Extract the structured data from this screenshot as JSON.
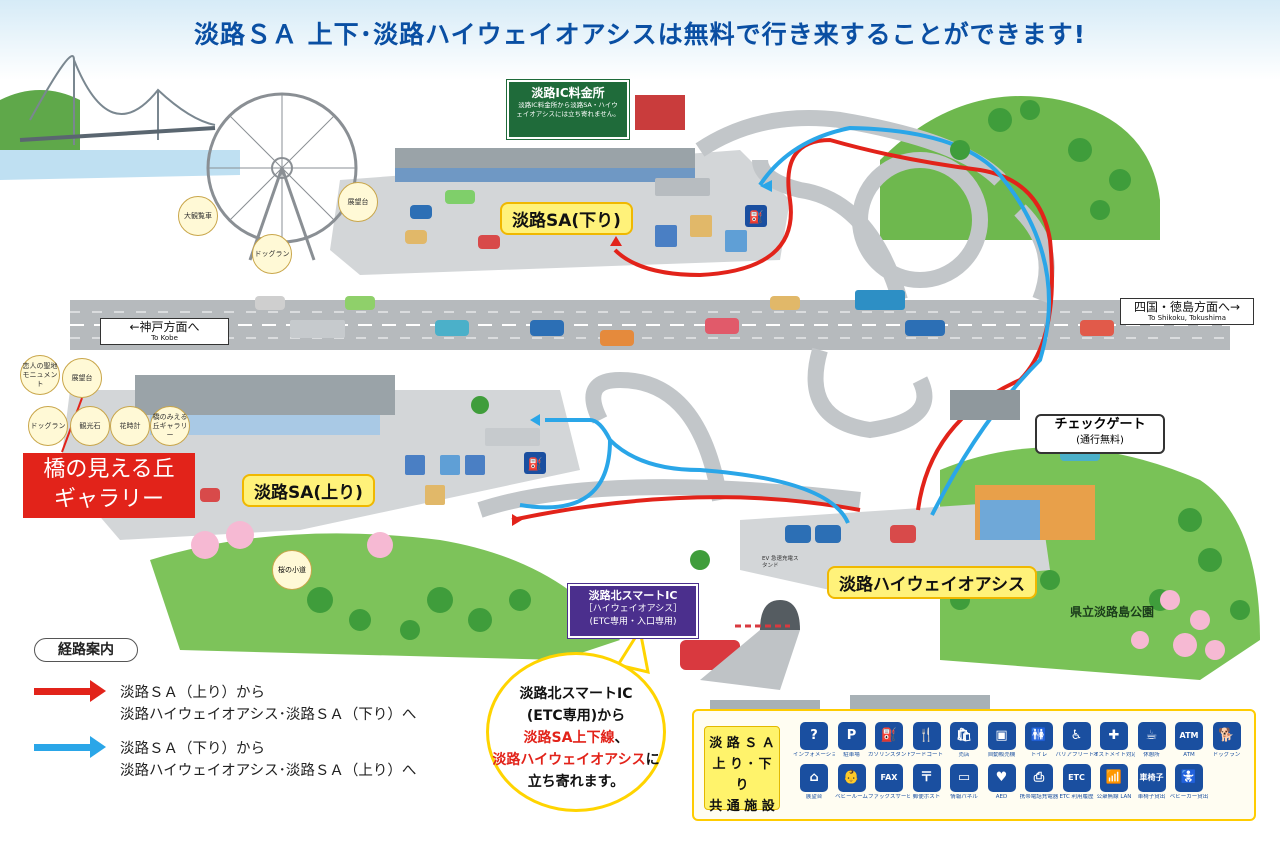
{
  "banner": {
    "title": "淡路ＳＡ 上下･淡路ハイウェイオアシスは無料で行き来することができます!"
  },
  "toll_gate": {
    "title": "淡路IC料金所",
    "note": "淡路IC料金所から淡路SA・ハイウェイオアシスには立ち寄れません。"
  },
  "labels": {
    "sa_down": "淡路SA(下り)",
    "sa_up": "淡路SA(上り)",
    "oasis": "淡路ハイウェイオアシス",
    "park": "県立淡路島公園",
    "bridge_gallery": "橋の見える丘\nギャラリー",
    "check_gate": "チェックゲート",
    "check_gate_sub": "(通行無料)",
    "kobe_dir": "←神戸方面へ",
    "kobe_dir_en": "To Kobe",
    "shikoku_dir": "四国・徳島方面へ→",
    "shikoku_dir_en": "To Shikoku, Tokushima",
    "smart_ic_title": "淡路北スマートIC",
    "smart_ic_sub": "［ハイウェイオアシス］",
    "smart_ic_note": "(ETC専用・入口専用)",
    "ev_stand": "EV 急速充電スタンド",
    "sakura": "桜の小道"
  },
  "poi_circles": [
    {
      "label": "大観覧車"
    },
    {
      "label": "展望台"
    },
    {
      "label": "ドッグラン"
    },
    {
      "label": "恋人の聖地モニュメント"
    },
    {
      "label": "展望台"
    },
    {
      "label": "ドッグラン"
    },
    {
      "label": "観光石"
    },
    {
      "label": "花時計"
    },
    {
      "label": "橋のみえる丘ギャラリー"
    }
  ],
  "legend": {
    "title": "経路案内",
    "red_route": "淡路ＳＡ（上り）から\n淡路ハイウェイオアシス･淡路ＳＡ（下り）へ",
    "blue_route": "淡路ＳＡ（下り）から\n淡路ハイウェイオアシス･淡路ＳＡ（上り）へ",
    "red_color": "#e2231a",
    "blue_color": "#2aa6e8"
  },
  "callout": {
    "line1": "淡路北スマートIC",
    "line2": "(ETC専用)から",
    "line3": "淡路SA上下線",
    "line3_suffix": "、",
    "line4": "淡路ハイウェイオアシス",
    "line4_suffix": "に",
    "line5": "立ち寄れます。"
  },
  "facilities": {
    "heading": "淡 路 Ｓ Ａ\n上 り ･ 下 り\n共 通 施 設",
    "row1": [
      {
        "icon": "information-icon",
        "glyph": "?",
        "label": "インフォメーション"
      },
      {
        "icon": "parking-icon",
        "glyph": "P",
        "label": "駐車場"
      },
      {
        "icon": "gas-station-icon",
        "glyph": "⛽",
        "label": "ガソリンスタンド"
      },
      {
        "icon": "restaurant-icon",
        "glyph": "🍴",
        "label": "フードコート"
      },
      {
        "icon": "shop-icon",
        "glyph": "🛍",
        "label": "売店"
      },
      {
        "icon": "vending-machine-icon",
        "glyph": "▣",
        "label": "自動販売機"
      },
      {
        "icon": "toilet-icon",
        "glyph": "🚻",
        "label": "トイレ"
      },
      {
        "icon": "wheelchair-icon",
        "glyph": "♿",
        "label": "バリアフリートイレ"
      },
      {
        "icon": "ostomate-icon",
        "glyph": "✚",
        "label": "オストメイト対応トイレ"
      },
      {
        "icon": "rest-area-icon",
        "glyph": "☕",
        "label": "休憩所"
      },
      {
        "icon": "atm-icon",
        "glyph": "ATM",
        "label": "ATM"
      },
      {
        "icon": "dog-run-icon",
        "glyph": "🐕",
        "label": "ドッグラン"
      }
    ],
    "row2": [
      {
        "icon": "observation-icon",
        "glyph": "⌂",
        "label": "展望台"
      },
      {
        "icon": "baby-room-icon",
        "glyph": "👶",
        "label": "ベビールーム"
      },
      {
        "icon": "fax-icon",
        "glyph": "FAX",
        "label": "ファックスサービス"
      },
      {
        "icon": "mailbox-icon",
        "glyph": "〒",
        "label": "郵便ポスト"
      },
      {
        "icon": "info-panel-icon",
        "glyph": "▭",
        "label": "情報パネル"
      },
      {
        "icon": "aed-icon",
        "glyph": "♥",
        "label": "AED"
      },
      {
        "icon": "printer-icon",
        "glyph": "⎙",
        "label": "携帯電話充電器"
      },
      {
        "icon": "etc-icon",
        "glyph": "ETC",
        "label": "ETC 利用履歴"
      },
      {
        "icon": "wifi-icon",
        "glyph": "📶",
        "label": "公衆無線 LAN"
      },
      {
        "icon": "wheelchair-rental-icon",
        "glyph": "車椅子",
        "label": "車椅子貸出"
      },
      {
        "icon": "stroller-icon",
        "glyph": "🚼",
        "label": "ベビーカー貸出"
      }
    ]
  }
}
